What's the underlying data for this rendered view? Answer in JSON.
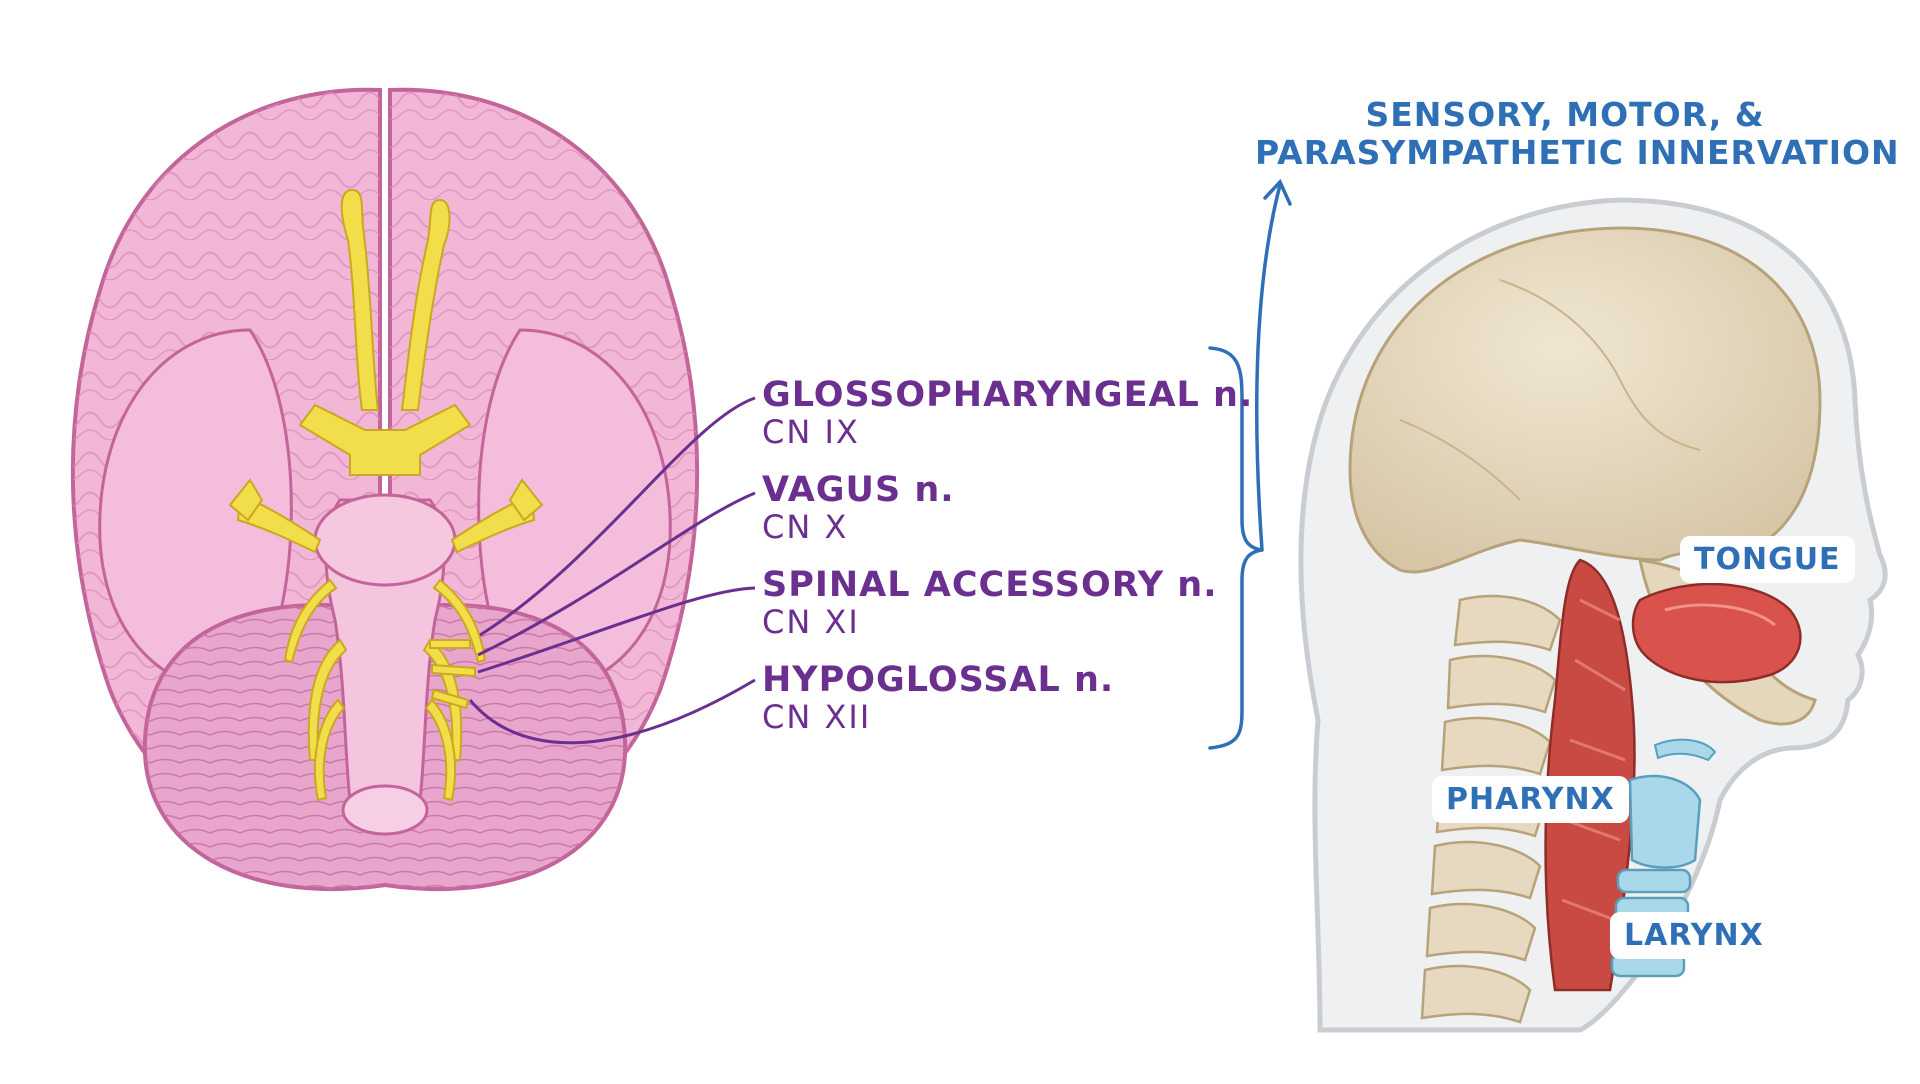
{
  "nerves": [
    {
      "name": "GLOSSOPHARYNGEAL n.",
      "cn": "CN IX"
    },
    {
      "name": "VAGUS n.",
      "cn": "CN X"
    },
    {
      "name": "SPINAL ACCESSORY n.",
      "cn": "CN XI"
    },
    {
      "name": "HYPOGLOSSAL n.",
      "cn": "CN XII"
    }
  ],
  "innervation": {
    "line1": "SENSORY, MOTOR, &",
    "line2": "PARASYMPATHETIC INNERVATION"
  },
  "regions": {
    "tongue": "TONGUE",
    "pharynx": "PHARYNX",
    "larynx": "LARYNX"
  },
  "colors": {
    "brain": "#f2b6d6",
    "brain_outline": "#c3649b",
    "nerve_yellow": "#f2dd4a",
    "label_purple": "#6b2f8f",
    "accent_blue": "#2f6fb5",
    "skull": "#e8dcc4",
    "muscle": "#c94a42",
    "cartilage": "#a9d8ea"
  }
}
